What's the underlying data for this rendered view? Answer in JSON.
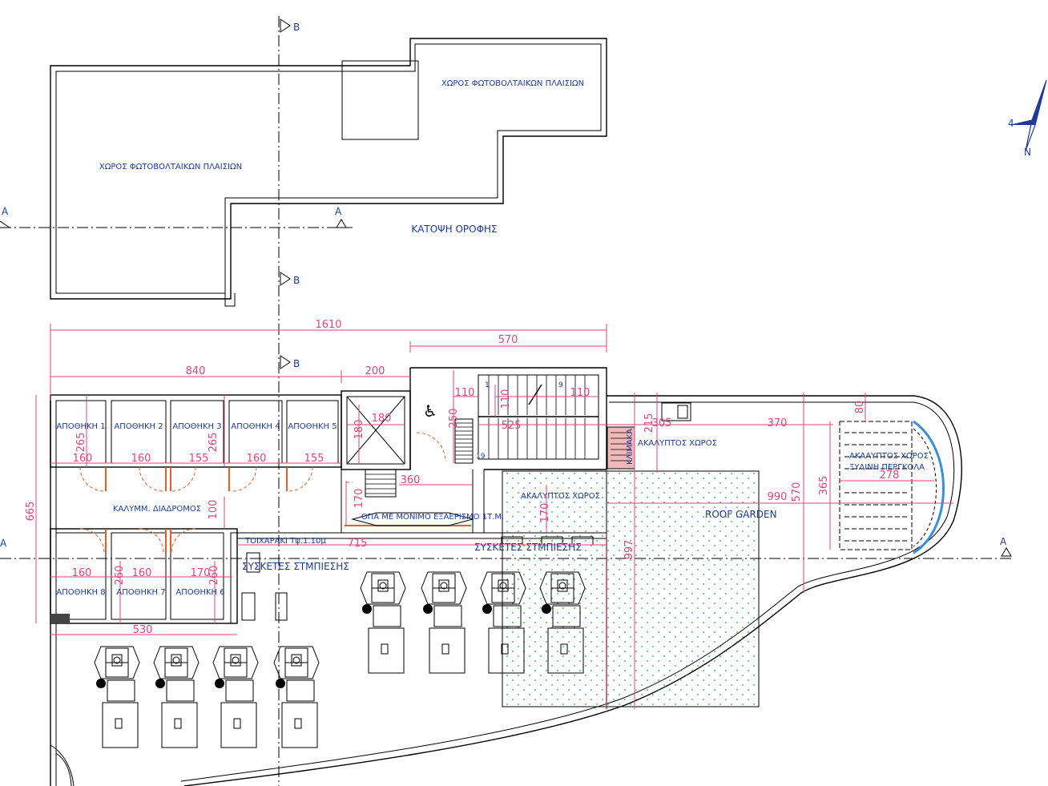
{
  "roof_plan": {
    "pv_area_left": "ΧΩΡΟΣ ΦΩΤΟΒΟΛΤΑΙΚΩΝ ΠΛΑΙΣΙΩΝ",
    "pv_area_right": "ΧΩΡΟΣ ΦΩΤΟΒΟΛΤΑΙΚΩΝ ΠΛΑΙΣΙΩΝ",
    "title": "ΚΑΤΟΨΗ ΟΡΟΦΗΣ"
  },
  "section_markers": {
    "a": "A",
    "b": "B"
  },
  "dimensions": {
    "d1610": "1610",
    "d570_top": "570",
    "d840": "840",
    "d200": "200",
    "d665": "665",
    "d265_a": "265",
    "d265_b": "265",
    "d160_a": "160",
    "d160_b": "160",
    "d155_a": "155",
    "d160_c": "160",
    "d155_b": "155",
    "d100": "100",
    "d260_a": "260",
    "d260_b": "260",
    "d160_d": "160",
    "d160_e": "160",
    "d170_a": "170",
    "d530": "530",
    "d180_a": "180",
    "d180_b": "180",
    "d250": "250",
    "d110_a": "110",
    "d110_b": "110",
    "d110_c": "110",
    "d525": "525",
    "d360": "360",
    "d170_b": "170",
    "d170_c": "170",
    "d715": "715",
    "d215": "215",
    "d305": "305",
    "d370": "370",
    "d990": "990",
    "d570_right": "570",
    "d365": "365",
    "d80": "80",
    "d278": "278",
    "d997": "997",
    "stair_1": "1",
    "stair_9": "9",
    "stair_19": "19"
  },
  "rooms": {
    "storage_1": "ΑΠΟΘΗΚΗ 1",
    "storage_2": "ΑΠΟΘΗΚΗ 2",
    "storage_3": "ΑΠΟΘΗΚΗ 3",
    "storage_4": "ΑΠΟΘΗΚΗ 4",
    "storage_5": "ΑΠΟΘΗΚΗ 5",
    "storage_6": "ΑΠΟΘΗΚΗ 6",
    "storage_7": "ΑΠΟΘΗΚΗ 7",
    "storage_8": "ΑΠΟΘΗΚΗ 8",
    "corridor": "ΚΑΛΥΜΜ. ΔΙΑΔΡΟΜΟΣ",
    "opening": "ΟΠΑ ΜΕ ΜΟΝΙΜΟ ΕΞΑΕΡΙΣΜΟ 1Τ.Μ.",
    "low_wall": "ΤΟΙΧΑΡΑΚΙ Τψ.1.10μ",
    "pumps_left": "ΣΥΣΚΕΤΕΣ ΣΤΜΠΙΕΣΗΣ",
    "pumps_right": "ΣΥΣΚΕΤΕΣ ΣΤΜΠΙΕΣΗΣ",
    "open_space_1": "ΑΚΑΛΥΠΤΟΣ ΧΩΡΟΣ",
    "open_space_2": "ΑΚΑΛΥΠΤΟΣ ΧΩΡΟΣ",
    "roof_garden": "ROOF GARDEN",
    "pergola_1": "ΑΚΑΛΥΠΤΟΣ ΧΩΡΟΣ",
    "pergola_2": "ΞΥΛΙΝΗ ΠΕΡΓΚΟΛΑ",
    "stair_label": "ΚΛΙΜΑΚΑ"
  },
  "north_arrow": {
    "w": "4",
    "n": "N"
  },
  "colors": {
    "dimension": "#e0457b",
    "label": "#1d3a9a",
    "garden": "#2fa14a",
    "door": "#e0602a",
    "glass": "#3a8fd8"
  }
}
